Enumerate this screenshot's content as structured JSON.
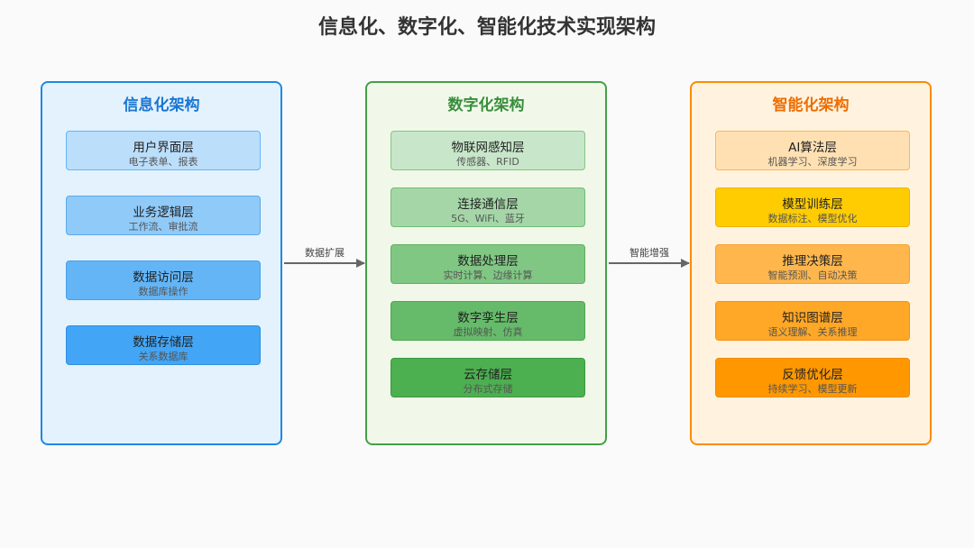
{
  "title": "信息化、数字化、智能化技术实现架构",
  "columns": [
    {
      "title": "信息化架构",
      "title_color": "#1976d2",
      "border_color": "#1e88e5",
      "bg_color": "#e3f2fd",
      "layers": [
        {
          "name": "用户界面层",
          "desc": "电子表单、报表",
          "bg": "#bbdefb",
          "border": "#64b5f6"
        },
        {
          "name": "业务逻辑层",
          "desc": "工作流、审批流",
          "bg": "#90caf9",
          "border": "#5aa9ec"
        },
        {
          "name": "数据访问层",
          "desc": "数据库操作",
          "bg": "#64b5f6",
          "border": "#4a9fe6"
        },
        {
          "name": "数据存储层",
          "desc": "关系数据库",
          "bg": "#42a5f5",
          "border": "#2d8ee0"
        }
      ]
    },
    {
      "title": "数字化架构",
      "title_color": "#388e3c",
      "border_color": "#43a047",
      "bg_color": "#f1f8e9",
      "layers": [
        {
          "name": "物联网感知层",
          "desc": "传感器、RFID",
          "bg": "#c8e6c9",
          "border": "#81c784"
        },
        {
          "name": "连接通信层",
          "desc": "5G、WiFi、蓝牙",
          "bg": "#a5d6a7",
          "border": "#6fbf73"
        },
        {
          "name": "数据处理层",
          "desc": "实时计算、边缘计算",
          "bg": "#81c784",
          "border": "#5cb060"
        },
        {
          "name": "数字孪生层",
          "desc": "虚拟映射、仿真",
          "bg": "#66bb6a",
          "border": "#4ca750"
        },
        {
          "name": "云存储层",
          "desc": "分布式存储",
          "bg": "#4caf50",
          "border": "#3d9a41"
        }
      ]
    },
    {
      "title": "智能化架构",
      "title_color": "#ef6c00",
      "border_color": "#fb8c00",
      "bg_color": "#fff3e0",
      "layers": [
        {
          "name": "AI算法层",
          "desc": "机器学习、深度学习",
          "bg": "#ffe0b2",
          "border": "#ffb74d"
        },
        {
          "name": "模型训练层",
          "desc": "数据标注、模型优化",
          "bg": "#ffcc02",
          "border": "#f0b400"
        },
        {
          "name": "推理决策层",
          "desc": "智能预测、自动决策",
          "bg": "#ffb74d",
          "border": "#f5a030"
        },
        {
          "name": "知识图谱层",
          "desc": "语义理解、关系推理",
          "bg": "#ffa726",
          "border": "#f29418"
        },
        {
          "name": "反馈优化层",
          "desc": "持续学习、模型更新",
          "bg": "#ff9800",
          "border": "#ef8a00"
        }
      ]
    }
  ],
  "arrows": [
    {
      "label": "数据扩展"
    },
    {
      "label": "智能增强"
    }
  ]
}
